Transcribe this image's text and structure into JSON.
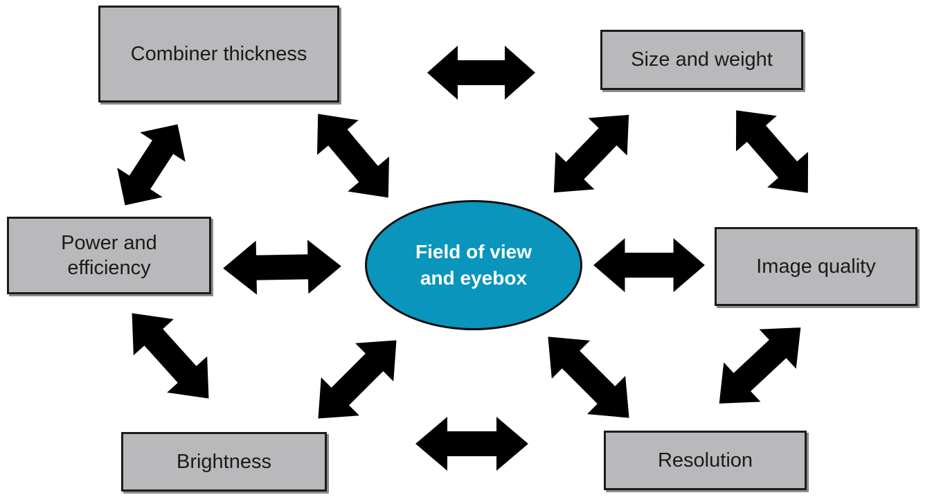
{
  "center": {
    "id": "field-of-view-and-eyebox",
    "line1": "Field of view",
    "line2": "and eyebox"
  },
  "nodes": [
    {
      "id": "combiner-thickness",
      "label": "Combiner thickness"
    },
    {
      "id": "size-and-weight",
      "label": "Size and weight"
    },
    {
      "id": "power-and-efficiency",
      "label": "Power and efficiency"
    },
    {
      "id": "image-quality",
      "label": "Image quality"
    },
    {
      "id": "brightness",
      "label": "Brightness"
    },
    {
      "id": "resolution",
      "label": "Resolution"
    }
  ],
  "edges": [
    {
      "from": "combiner-thickness",
      "to": "size-and-weight",
      "bidirectional": true
    },
    {
      "from": "combiner-thickness",
      "to": "power-and-efficiency",
      "bidirectional": true
    },
    {
      "from": "combiner-thickness",
      "to": "field-of-view-and-eyebox",
      "bidirectional": true
    },
    {
      "from": "size-and-weight",
      "to": "field-of-view-and-eyebox",
      "bidirectional": true
    },
    {
      "from": "size-and-weight",
      "to": "image-quality",
      "bidirectional": true
    },
    {
      "from": "power-and-efficiency",
      "to": "field-of-view-and-eyebox",
      "bidirectional": true
    },
    {
      "from": "field-of-view-and-eyebox",
      "to": "image-quality",
      "bidirectional": true
    },
    {
      "from": "power-and-efficiency",
      "to": "brightness",
      "bidirectional": true
    },
    {
      "from": "field-of-view-and-eyebox",
      "to": "brightness",
      "bidirectional": true
    },
    {
      "from": "field-of-view-and-eyebox",
      "to": "resolution",
      "bidirectional": true
    },
    {
      "from": "image-quality",
      "to": "resolution",
      "bidirectional": true
    },
    {
      "from": "brightness",
      "to": "resolution",
      "bidirectional": true
    }
  ],
  "colors": {
    "background": "#ffffff",
    "node_fill": "#b9b9bc",
    "node_border": "#1c1c1c",
    "text": "#1a1a1a",
    "center_fill": "#0995bc",
    "center_text": "#ffffff",
    "arrow_fill": "#f0693a",
    "arrow_outline": "#3c3c3c"
  }
}
